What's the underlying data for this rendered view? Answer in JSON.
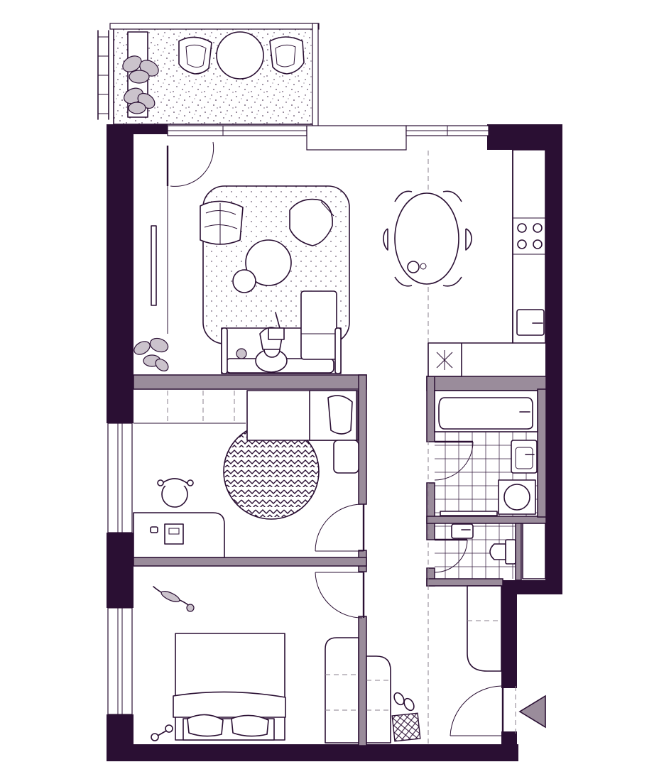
{
  "plan": {
    "colors": {
      "wall": "#2a0f33",
      "partition": "#9a8c9b",
      "line": "#2a0f33",
      "tile": "#2a0f33",
      "background": "#ffffff",
      "plant": "#cbc3cc"
    },
    "rooms": [
      "balcony",
      "living-room",
      "kitchen",
      "bedroom",
      "master-bedroom",
      "bathroom",
      "toilet",
      "hallway",
      "entrance"
    ],
    "icons": [
      "sofa-icon",
      "armchair-icon",
      "coffee-table-icon",
      "dining-table-icon",
      "stove-icon",
      "sink-icon",
      "bathtub-icon",
      "toilet-icon",
      "washing-machine-icon",
      "bed-icon",
      "desk-icon",
      "plant-icon",
      "cat-icon",
      "rug-icon",
      "entrance-arrow-icon"
    ]
  }
}
